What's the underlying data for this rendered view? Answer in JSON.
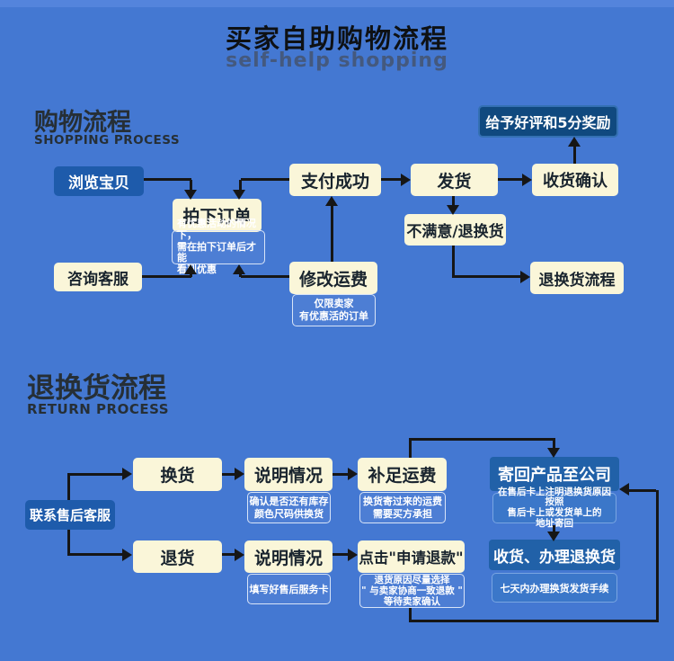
{
  "colors": {
    "background": "#4478d2",
    "background_top_strip": "#5484dc",
    "cream_box": "#faf6d9",
    "blue_box": "#1e5bab",
    "navy_box": "#10497f",
    "panel_box": "#2161a8",
    "panel_note_box": "#3b77c9",
    "note_border": "#d8e4f8",
    "arrow": "#161616",
    "title_text": "#0e1114",
    "subtitle_text": "#44597e"
  },
  "header": {
    "title": "买家自助购物流程",
    "subtitle": "self-help shopping"
  },
  "shopping_section": {
    "heading_cn": "购物流程",
    "heading_en": "SHOPPING PROCESS",
    "nodes": {
      "browse_items": "浏览宝贝",
      "place_order": "拍下订单",
      "place_order_note": "有优惠活动的情况下，\n需在拍下订单后才能\n看到优惠",
      "consult_service": "咨询客服",
      "payment_success": "支付成功",
      "modify_shipping": "修改运费",
      "modify_shipping_note": "仅限卖家\n有优惠活的订单",
      "ship_goods": "发货",
      "unsatisfied_return": "不满意/退换货",
      "confirm_receipt": "收货确认",
      "good_review_reward": "给予好评和5分奖励",
      "return_process_link": "退换货流程"
    }
  },
  "return_section": {
    "heading_cn": "退换货流程",
    "heading_en": "RETURN PROCESS",
    "nodes": {
      "contact_service": "联系售后客服",
      "exchange": "换货",
      "refund": "退货",
      "explain_exchange": "说明情况",
      "explain_exchange_note": "确认是否还有库存\n颜色尺码供换货",
      "pay_shipping": "补足运费",
      "pay_shipping_note": "换货寄过来的运费\n需要买方承担",
      "explain_refund": "说明情况",
      "explain_refund_note": "填写好售后服务卡",
      "apply_refund": "点击\"申请退款\"",
      "apply_refund_note": "退货原因尽量选择\n\" 与卖家协商一致退款 \"\n等待卖家确认",
      "send_back": "寄回产品至公司",
      "send_back_note": "在售后卡上注明退换货原因按照\n售后卡上或发货单上的\n地址寄回",
      "process_return": "收货、办理退换货",
      "process_return_note": "七天内办理换货发货手续"
    }
  }
}
